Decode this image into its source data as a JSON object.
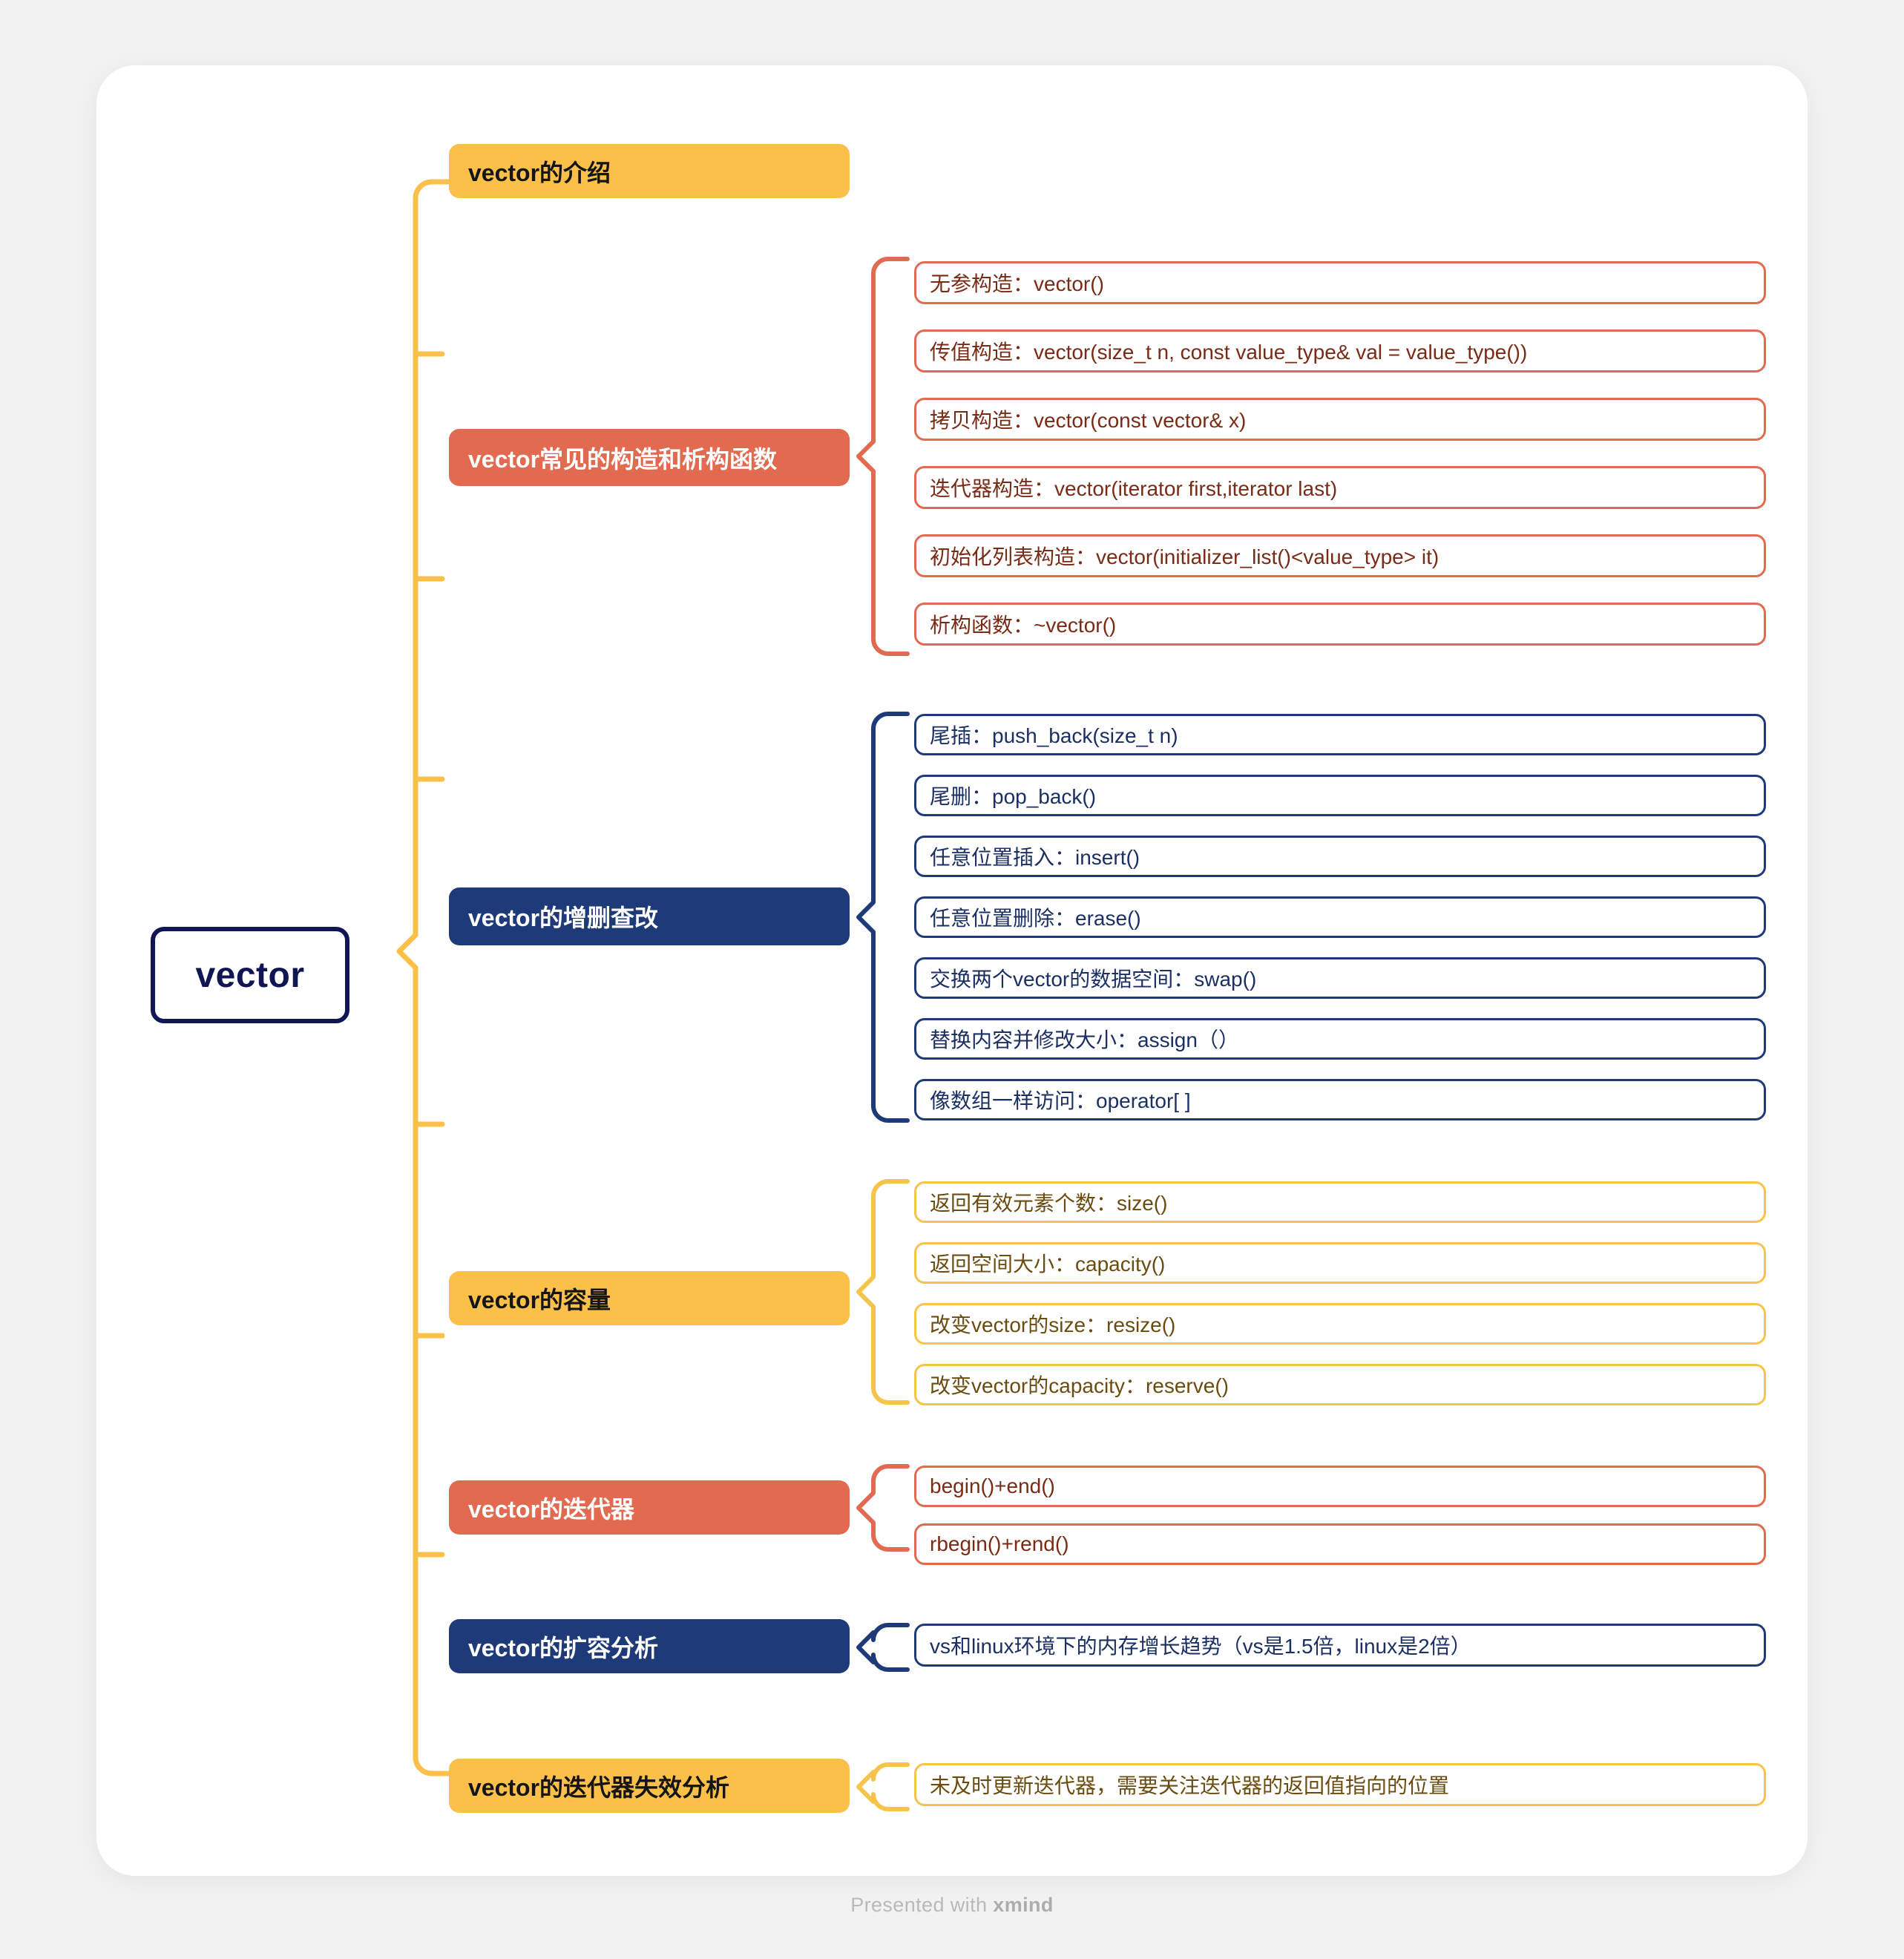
{
  "canvas": {
    "background": "#f2f2f3",
    "card_background": "#ffffff"
  },
  "palette": {
    "yellow": "#fbc04a",
    "coral": "#e26a51",
    "navy": "#1e3a78",
    "root_border": "#101554",
    "spine": "#fbc04a"
  },
  "root": {
    "label": "vector"
  },
  "branches": [
    {
      "label": "vector的介绍",
      "color": "yellow",
      "children": []
    },
    {
      "label": "vector常见的构造和析构函数",
      "color": "coral",
      "children": [
        "无参构造：vector()",
        "传值构造：vector(size_t n, const value_type& val = value_type())",
        "拷贝构造：vector(const vector& x)",
        "迭代器构造：vector(iterator first,iterator last)",
        "初始化列表构造：vector(initializer_list()<value_type> it)",
        "析构函数：~vector()"
      ]
    },
    {
      "label": "vector的增删查改",
      "color": "navy",
      "children": [
        "尾插：push_back(size_t n)",
        "尾删：pop_back()",
        "任意位置插入：insert()",
        "任意位置删除：erase()",
        "交换两个vector的数据空间：swap()",
        "替换内容并修改大小：assign（）",
        "像数组一样访问：operator[ ]"
      ]
    },
    {
      "label": "vector的容量",
      "color": "yellow",
      "children": [
        "返回有效元素个数：size()",
        "返回空间大小：capacity()",
        "改变vector的size：resize()",
        "改变vector的capacity：reserve()"
      ]
    },
    {
      "label": "vector的迭代器",
      "color": "coral",
      "children": [
        "begin()+end()",
        "rbegin()+rend()"
      ]
    },
    {
      "label": "vector的扩容分析",
      "color": "navy",
      "children": [
        "vs和linux环境下的内存增长趋势（vs是1.5倍，linux是2倍）"
      ]
    },
    {
      "label": "vector的迭代器失效分析",
      "color": "yellow",
      "children": [
        "未及时更新迭代器，需要关注迭代器的返回值指向的位置"
      ]
    }
  ],
  "footer": {
    "prefix": "Presented with ",
    "brand": "xmind"
  }
}
